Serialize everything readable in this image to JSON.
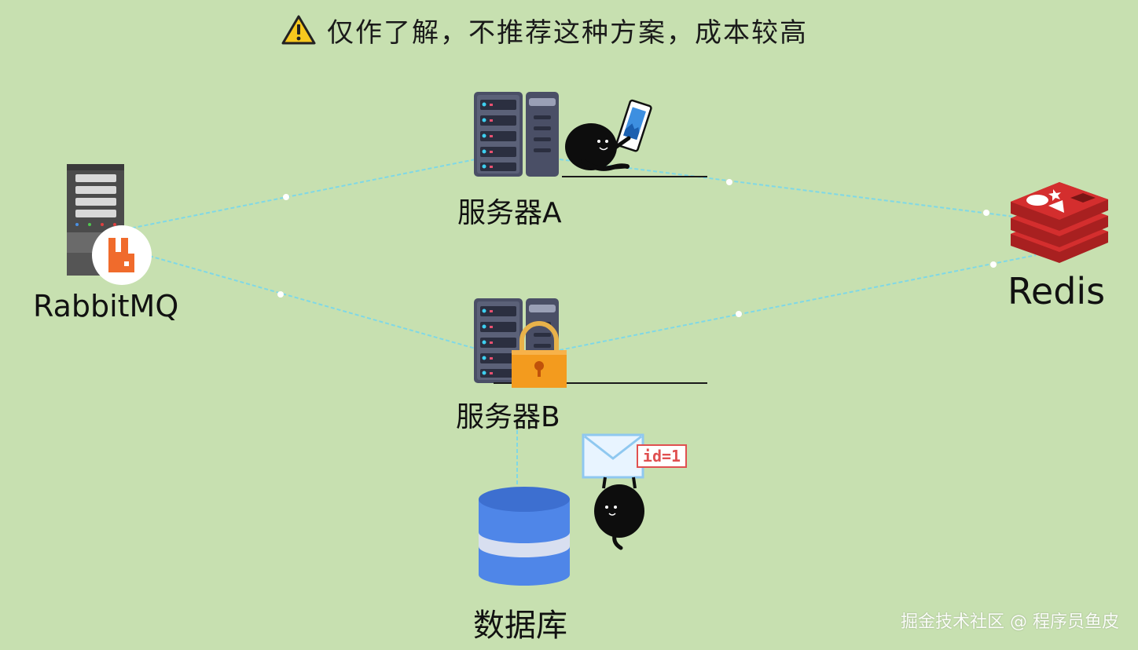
{
  "header": {
    "warning_icon": "warning-triangle-icon",
    "text": "仅作了解，不推荐这种方案，成本较高"
  },
  "nodes": {
    "rabbitmq": {
      "label": "RabbitMQ",
      "icon": "rabbitmq-server-icon"
    },
    "server_a": {
      "label": "服务器A",
      "icon": "server-rack-icon"
    },
    "server_b": {
      "label": "服务器B",
      "icon": "server-rack-icon",
      "lock_icon": "padlock-icon"
    },
    "redis": {
      "label": "Redis",
      "icon": "redis-logo-icon"
    },
    "database": {
      "label": "数据库",
      "icon": "database-cylinder-icon"
    }
  },
  "message": {
    "tag": "id=1",
    "icon": "envelope-icon"
  },
  "watermark": "掘金技术社区 @ 程序员鱼皮",
  "colors": {
    "background": "#c7e0b0",
    "link": "#7fd8e6",
    "server_body": "#4a4f66",
    "redis_red": "#d42e2e",
    "database_blue": "#4f86e8",
    "lock_orange": "#f39b1e",
    "rabbit_orange": "#f06b2c",
    "tag_red": "#e05050"
  }
}
